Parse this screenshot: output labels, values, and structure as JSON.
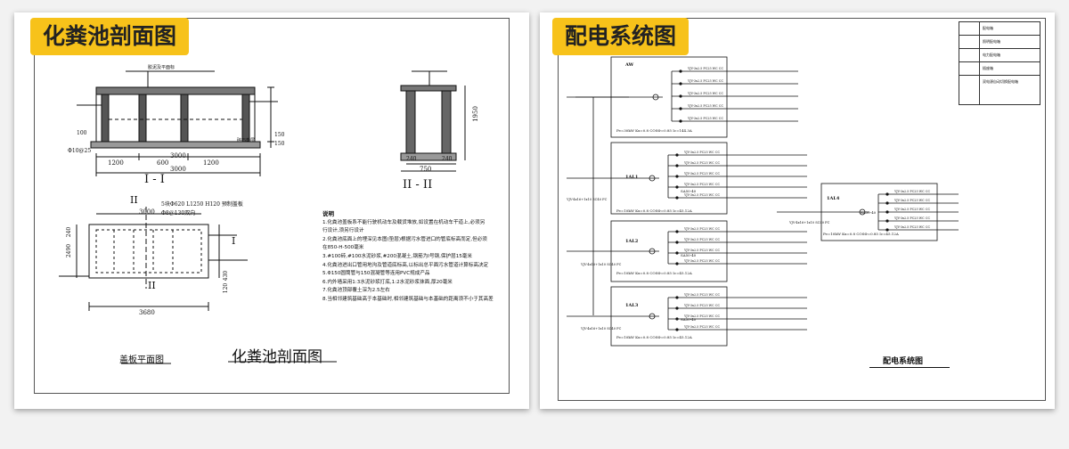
{
  "left_sheet": {
    "badge": "化粪池剖面图",
    "section_1_label": "I - I",
    "section_2_label": "II - II",
    "plan_caption": "盖板平面图",
    "big_caption": "化粪池剖面图",
    "plan_marks": {
      "mark_II": "II",
      "mark_I": "I"
    },
    "plan_callouts": [
      "5块Φ620 L1250 H120 预制盖板",
      "Φ8@130双向"
    ],
    "dimensions": {
      "sec1_total": "3000",
      "sec1_total_bottom": "3000",
      "sec1_sub": [
        "1200",
        "600",
        "1200"
      ],
      "sec1_heights": [
        "100",
        "150",
        "150"
      ],
      "sec2_total": "750",
      "sec2_sub": [
        "240",
        "240"
      ],
      "sec2_height": "1950",
      "plan_width_top": "3000",
      "plan_width_bottom": "3680",
      "plan_left": [
        "240",
        "2490"
      ],
      "plan_right": [
        "430",
        "120"
      ],
      "pipe_diam": "Φ10@25",
      "top_note": "胶泥及平面标",
      "pipe_note": "碎石垫层"
    },
    "notes_title": "说明",
    "notes": [
      "1.化粪池盖板系不能行驶机动车及载货堆放,如设置在机动车干道上,必须另",
      "  行设计,须另行设计",
      "2.化粪池底面上的埋深见本图(垫层)根据污水管进口的管底标高而定,但必须",
      "  在850-H-500毫米",
      "3.#100砖,#100水泥砂浆,#200混凝土,钢筋为I号钢,保护层15毫米",
      "4.化粪池进出口管用地沟及管道底标高,以标出总平面污水管道计算标高决定",
      "5.Φ150圆筒管与150混凝管等连用PVC规成产品",
      "6.内外墙采用1:3水泥砂浆打底,1:2水泥砂浆抹面,厚20毫米",
      "7.化粪池顶部覆土深为2.5左右",
      "8.当相邻建筑基础高于本基础时,相邻建筑基础与本基础的距离须不小于其高差"
    ]
  },
  "right_sheet": {
    "badge": "配电系统图",
    "caption": "配电系统图",
    "panels": [
      {
        "name": "AW",
        "feeder": "Pe=30kW Kx=0.8 COSΦ=0.85 Ic=144.3A"
      },
      {
        "name": "1AL1",
        "feeder": "Pe=10kW Kx=0.8 COSΦ=0.85 Ic=45.12A"
      },
      {
        "name": "1AL2",
        "feeder": "Pe=10kW Kx=0.8 COSΦ=0.85 Ic=45.12A"
      },
      {
        "name": "1AL3",
        "feeder": "Pe=10kW Kx=0.8 COSΦ=0.85 Ic=45.12A"
      },
      {
        "name": "1AL4",
        "feeder": "Pe=10kW Kx=0.8 COSΦ=0.85 Ic=45.12A"
      }
    ],
    "breaker": "SA50-40",
    "circuit_text": "YJV-3x2.5 PC25 WC CC",
    "feeder_cable": "YJV-4x16+1x10 SC40 FC",
    "legend_rows": [
      "配电箱",
      "照明配电箱",
      "电力配电箱",
      "插座箱",
      "双电源自动切换配电箱"
    ]
  },
  "colors": {
    "accent": "#f7c21a",
    "line": "#111111",
    "paper": "#ffffff",
    "background": "#f2f2f2"
  }
}
